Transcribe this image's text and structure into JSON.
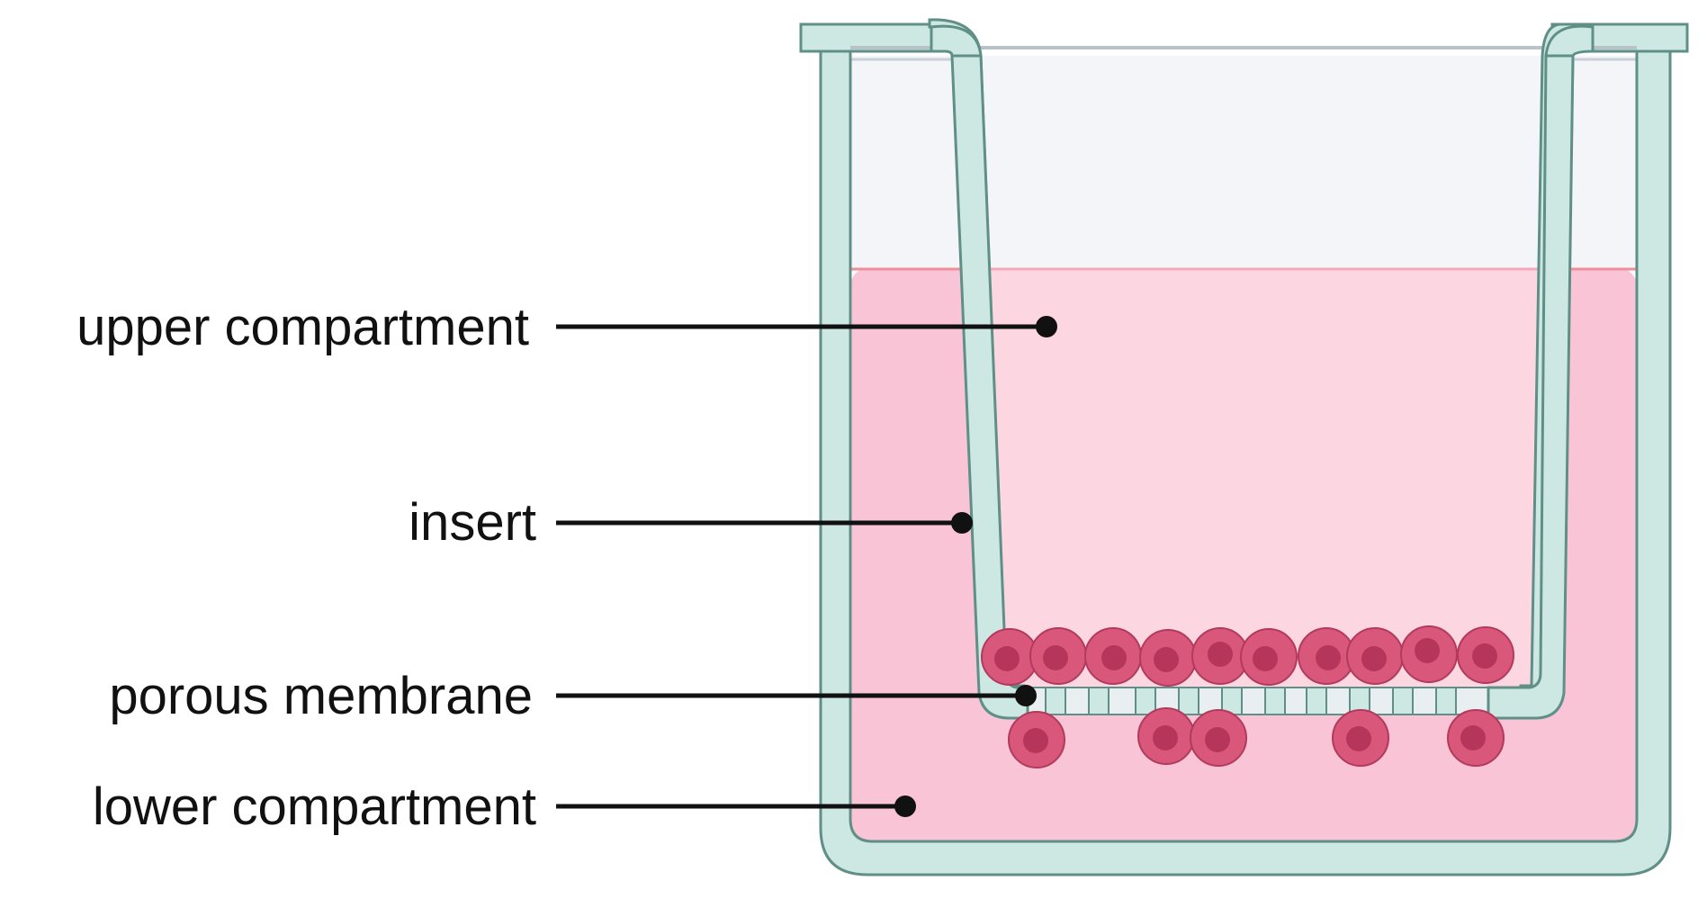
{
  "labels": [
    {
      "id": "upper",
      "text": "upper compartment"
    },
    {
      "id": "insert",
      "text": "insert"
    },
    {
      "id": "membrane",
      "text": "porous membrane"
    },
    {
      "id": "lower",
      "text": "lower compartment"
    }
  ],
  "colors": {
    "well_wall": "#cde8e3",
    "well_stroke": "#5f8f86",
    "insert_wall": "#cde8e3",
    "medium_lower": "#f9c4d6",
    "medium_upper": "#fcd7e2",
    "headspace": "#f3f5f9",
    "cell_outer": "#d9577b",
    "cell_stroke": "#b23a5c",
    "cell_nucleus": "#b6355a",
    "label_color": "#111111"
  }
}
